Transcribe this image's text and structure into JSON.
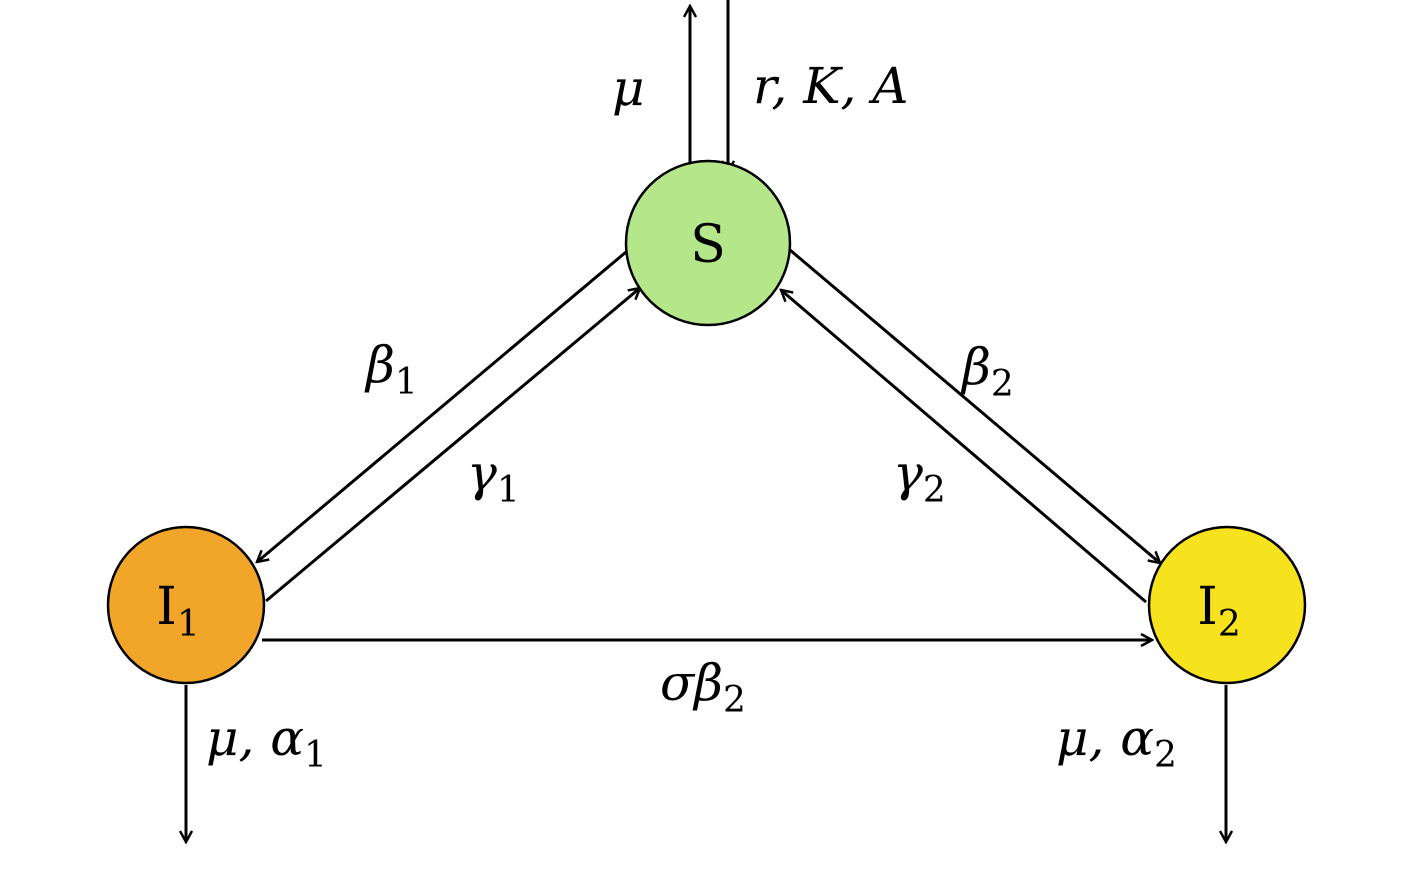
{
  "nodes": {
    "s": {
      "label": "S",
      "sub": "",
      "color": "#b5e78a"
    },
    "i1": {
      "label": "I",
      "sub": "1",
      "color": "#f2a629"
    },
    "i2": {
      "label": "I",
      "sub": "2",
      "color": "#f7e21e"
    }
  },
  "labels": {
    "s_out_mu": "μ",
    "s_in_params": "r,  K,  A",
    "beta1": {
      "main": "β",
      "sub": "1"
    },
    "gamma1": {
      "main": "γ",
      "sub": "1"
    },
    "beta2": {
      "main": "β",
      "sub": "2"
    },
    "gamma2": {
      "main": "γ",
      "sub": "2"
    },
    "sigma_beta2": {
      "main": "σβ",
      "sub": "2"
    },
    "i1_out": {
      "main": "μ,  α",
      "sub": "1"
    },
    "i2_out": {
      "main": "μ,  α",
      "sub": "2"
    }
  }
}
